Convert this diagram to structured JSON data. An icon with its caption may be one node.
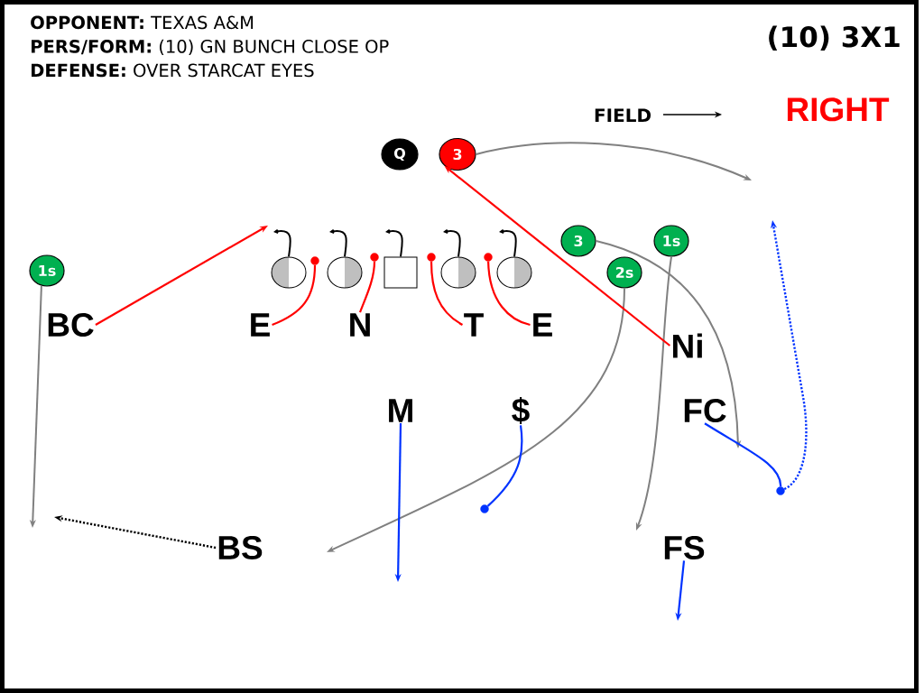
{
  "diagram": {
    "title": "(10) 3X1",
    "nodes": [
      {
        "text": [
          "Q"
        ]
      },
      {
        "text": [
          "3"
        ]
      },
      {
        "text": [
          "3"
        ]
      },
      {
        "text": [
          "1s"
        ]
      },
      {
        "text": [
          "1s"
        ]
      },
      {
        "text": [],
        "shape": "circle"
      },
      {
        "text": [],
        "shape": "circle"
      },
      {
        "text": [],
        "shape": "circle"
      },
      {
        "text": [],
        "shape": "circle"
      },
      {
        "text": [],
        "shape": "box"
      },
      {
        "text": [],
        "shape": "circle"
      },
      {
        "text": [],
        "shape": "circle"
      },
      {
        "text": [],
        "shape": "circle"
      },
      {
        "text": [],
        "shape": "circle"
      },
      {
        "text": [
          "2s"
        ]
      },
      {
        "text": [
          "BC"
        ]
      },
      {
        "text": [
          "E"
        ]
      },
      {
        "text": [
          "N"
        ]
      },
      {
        "text": [
          "T"
        ]
      },
      {
        "text": [
          "E"
        ]
      },
      {
        "text": [
          "Ni"
        ]
      },
      {
        "text": [
          "M"
        ]
      },
      {
        "text": [
          "$"
        ]
      },
      {
        "text": [
          "FC"
        ]
      },
      {
        "text": [],
        "shape": "circle"
      },
      {
        "text": [],
        "shape": "circle"
      },
      {
        "text": [
          "BS"
        ]
      },
      {
        "text": [
          "FS"
        ]
      }
    ],
    "edges": [
      {
        "from": 1,
        "to": null,
        "arrow": "to",
        "color": "#808080"
      },
      {
        "from": 2,
        "to": null,
        "arrow": "to",
        "color": "#808080"
      },
      {
        "from": 3,
        "to": null,
        "arrow": "to",
        "color": "#808080"
      },
      {
        "from": 4,
        "to": null,
        "arrow": "to",
        "color": "#808080"
      },
      {
        "from": 5,
        "to": null,
        "arrow": "to",
        "color": "#000000"
      },
      {
        "from": 7,
        "to": null,
        "arrow": "to",
        "color": "#000000"
      },
      {
        "from": 9,
        "to": null,
        "arrow": "to",
        "color": "#000000"
      },
      {
        "from": 11,
        "to": null,
        "arrow": "to",
        "color": "#000000"
      },
      {
        "from": 13,
        "to": null,
        "arrow": "to",
        "color": "#000000"
      },
      {
        "from": 14,
        "to": null,
        "arrow": "to",
        "color": "#808080"
      },
      {
        "from": 15,
        "to": null,
        "arrow": "to",
        "color": "#ff0000"
      },
      {
        "from": 16,
        "to": 6,
        "arrow": "none",
        "color": "#ff0000"
      },
      {
        "from": 17,
        "to": 8,
        "arrow": "none",
        "color": "#ff0000"
      },
      {
        "from": 18,
        "to": 10,
        "arrow": "none",
        "color": "#ff0000"
      },
      {
        "from": 19,
        "to": 12,
        "arrow": "none",
        "color": "#ff0000"
      },
      {
        "from": 20,
        "to": 1,
        "arrow": "to",
        "color": "#ff0000"
      },
      {
        "from": 21,
        "to": null,
        "arrow": "to",
        "color": "#0033ff"
      },
      {
        "from": 22,
        "to": 24,
        "arrow": "none",
        "color": "#0033ff"
      },
      {
        "from": 23,
        "to": 25,
        "arrow": "none",
        "color": "#0033ff"
      },
      {
        "from": 25,
        "to": null,
        "arrow": "to",
        "style": "dashed",
        "color": "#0033ff"
      },
      {
        "from": 26,
        "to": null,
        "arrow": "to",
        "style": "dashed",
        "color": "#000000"
      },
      {
        "from": 27,
        "to": null,
        "arrow": "to",
        "color": "#0033ff"
      }
    ],
    "labels": [
      "**OPPONENT:** TEXAS A&M",
      "**PERS/FORM:** (10) GN BUNCH CLOSE OP",
      "**DEFENSE:** OVER STARCAT EYES",
      "FIELD",
      "RIGHT"
    ]
  }
}
